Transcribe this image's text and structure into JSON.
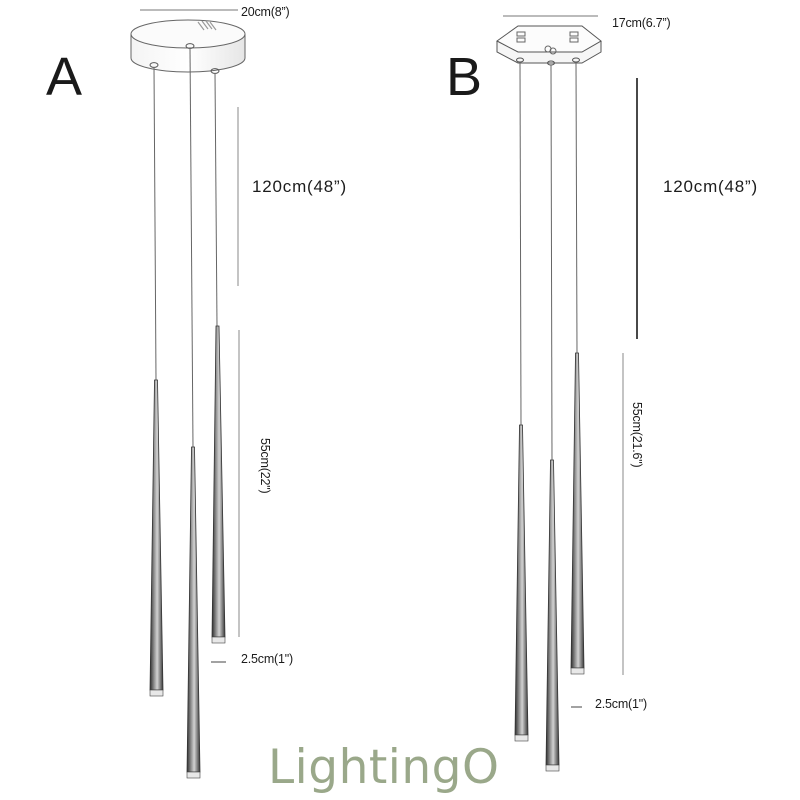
{
  "diagram": {
    "variant_a": {
      "letter": "A",
      "canopy_width": "20cm(8”)",
      "cable_length": "120cm(48”)",
      "tube_length": "55cm(22\")",
      "tube_diameter": "2.5cm(1\")"
    },
    "variant_b": {
      "letter": "B",
      "canopy_width": "17cm(6.7”)",
      "cable_length": "120cm(48”)",
      "tube_length": "55cm(21.6\")",
      "tube_diameter": "2.5cm(1\")"
    },
    "watermark": "LightingO",
    "colors": {
      "line": "#555555",
      "tube_dark": "#333333",
      "tube_light": "#bdbdbd",
      "watermark": "#9aa88a"
    }
  }
}
